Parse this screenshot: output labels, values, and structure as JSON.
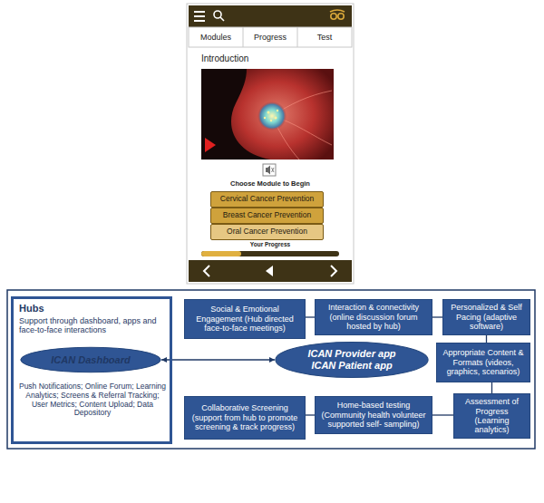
{
  "diagram": {
    "nodes": [
      {
        "text": [
          "Cervical Cancer Prevention"
        ]
      },
      {
        "text": [
          "Breast Cancer Prevention"
        ]
      },
      {
        "text": [
          "Oral Cancer Prevention"
        ]
      },
      {
        "text": [
          "Hubs",
          "Support through dashboard, apps and face-to-face interactions",
          "Push Notifications; Online Forum; Learning Analytics; Screens & Referral Tracking; User Metrics; Content Upload; Data Depository"
        ]
      },
      {
        "text": [
          "ICAN Dashboard"
        ],
        "in": 3
      },
      {
        "text": [
          "Social & Emotional Engagement (Hub directed face-to-face meetings)"
        ]
      },
      {
        "text": [
          "Interaction & connectivity (online discussion forum hosted by hub)"
        ]
      },
      {
        "text": [
          "Personalized & Self Pacing (adaptive software)"
        ]
      },
      {
        "text": [
          "ICAN Provider app",
          "ICAN Patient app"
        ]
      },
      {
        "text": [
          "Appropriate Content & Formats (videos, graphics, scenarios)"
        ]
      },
      {
        "text": [
          "Collaborative Screening (support from hub to promote screening & track progress)"
        ]
      },
      {
        "text": [
          "Home-based testing (Community health volunteer supported self- sampling)"
        ]
      },
      {
        "text": [
          "Assessment of Progress (Learning analytics)"
        ]
      }
    ],
    "edges": [
      {
        "from": 4,
        "to": 8,
        "arrow": "both"
      },
      {
        "from": 5,
        "to": 6,
        "arrow": "none"
      },
      {
        "from": 6,
        "to": 7,
        "arrow": "none"
      },
      {
        "from": 7,
        "to": 9,
        "arrow": "none"
      },
      {
        "from": 9,
        "to": 12,
        "arrow": "none"
      },
      {
        "from": 12,
        "to": 11,
        "arrow": "none"
      },
      {
        "from": 11,
        "to": 10,
        "arrow": "none"
      }
    ],
    "labels": [
      "Modules",
      "Progress",
      "Test",
      "Introduction",
      "Choose Module to Begin",
      "Your Progress"
    ]
  }
}
